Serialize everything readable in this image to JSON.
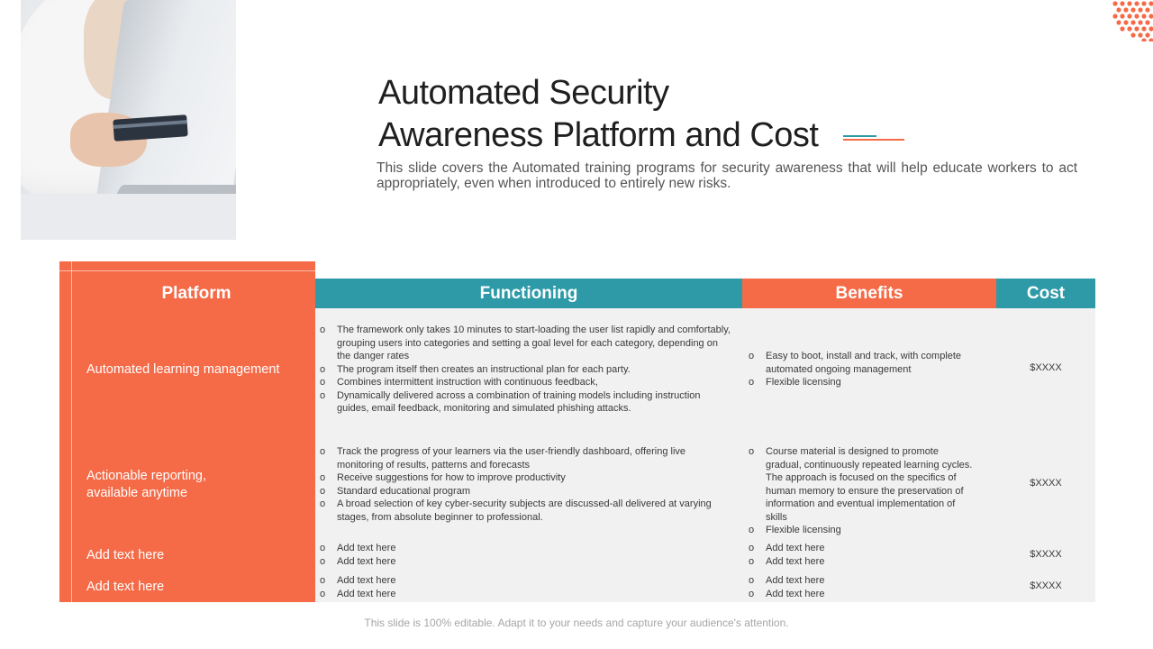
{
  "title": {
    "line1": "Automated Security",
    "line2": "Awareness Platform and Cost"
  },
  "subtitle": "This slide covers the Automated training programs for security awareness that will help educate workers to act appropriately, even when introduced to entirely new risks.",
  "colors": {
    "orange": "#f56a47",
    "teal": "#2e9aa8",
    "row_bg": "#f1f1f1"
  },
  "table": {
    "headers": {
      "platform": "Platform",
      "functioning": "Functioning",
      "benefits": "Benefits",
      "cost": "Cost"
    },
    "rows": [
      {
        "platform": "Automated learning management",
        "functioning": [
          "The framework only takes 10 minutes to start-loading the user list rapidly and comfortably, grouping users into categories and setting a goal level for each category, depending on the danger rates",
          "The program itself then creates an instructional plan for each party.",
          "Combines intermittent instruction with continuous feedback,",
          "Dynamically delivered across a combination of training models including instruction guides, email feedback, monitoring and simulated phishing attacks."
        ],
        "benefits": [
          "Easy to boot, install and track, with complete automated ongoing management",
          "Flexible licensing"
        ],
        "cost": "$XXXX"
      },
      {
        "platform": "Actionable reporting, available anytime",
        "functioning": [
          "Track the progress of your learners via the user-friendly dashboard, offering live monitoring of results, patterns and forecasts",
          "Receive suggestions for how to improve productivity",
          "Standard educational program",
          "A broad selection of key cyber-security subjects are discussed-all delivered at varying stages, from absolute beginner to professional."
        ],
        "benefits": [
          "Course material is designed to promote gradual, continuously repeated learning cycles. The approach is focused on the specifics of human memory to ensure the preservation of information and eventual implementation of skills",
          "Flexible licensing"
        ],
        "cost": "$XXXX"
      },
      {
        "platform": "Add text here",
        "functioning": [
          "Add text here",
          "Add text here"
        ],
        "benefits": [
          "Add text here",
          "Add text here"
        ],
        "cost": "$XXXX"
      },
      {
        "platform": "Add text here",
        "functioning": [
          "Add text here",
          "Add text here"
        ],
        "benefits": [
          "Add text here",
          "Add text here"
        ],
        "cost": "$XXXX"
      }
    ]
  },
  "bullet_glyph": "o",
  "footer": "This slide is 100% editable. Adapt it to your needs and capture your audience's attention."
}
